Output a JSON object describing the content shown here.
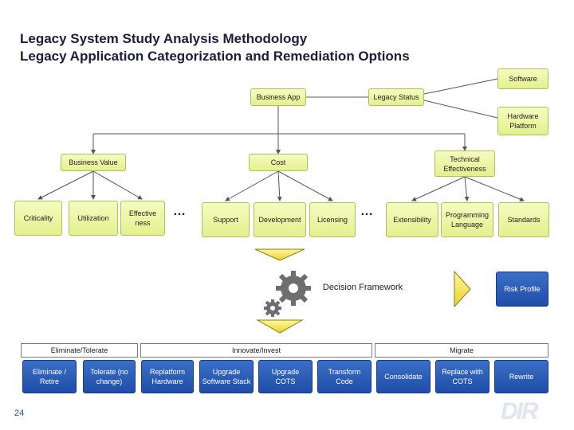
{
  "slide": {
    "title_line1": "Legacy System Study Analysis Methodology",
    "title_line2": "Legacy Application Categorization and Remediation Options",
    "page_number": "24"
  },
  "top": {
    "business_app": "Business App",
    "legacy_status": "Legacy Status",
    "software": "Software",
    "hardware_platform": "Hardware Platform"
  },
  "level2": {
    "business_value": "Business Value",
    "cost": "Cost",
    "technical_effectiveness": "Technical Effectiveness"
  },
  "level3": {
    "criticality": "Criticality",
    "utilization": "Utilization",
    "effectiveness": "Effective ness",
    "ellipsis1": "…",
    "support": "Support",
    "development": "Development",
    "licensing": "Licensing",
    "ellipsis2": "…",
    "extensibility": "Extensibility",
    "programming_language": "Programming Language",
    "standards": "Standards"
  },
  "framework": {
    "decision_framework": "Decision Framework",
    "risk_profile": "Risk Profile"
  },
  "categories": {
    "eliminate_tolerate": "Eliminate/Tolerate",
    "innovate_invest": "Innovate/Invest",
    "migrate": "Migrate"
  },
  "options": {
    "eliminate_retire": "Eliminate / Retire",
    "tolerate_no_change": "Tolerate (no change)",
    "replatform_hardware": "Replatform Hardware",
    "upgrade_software_stack": "Upgrade Software Stack",
    "upgrade_cots": "Upgrade COTS",
    "transform_code": "Transform Code",
    "consolidate": "Consolidate",
    "replace_with_cots": "Replace with COTS",
    "rewrite": "Rewrite"
  },
  "colors": {
    "green_box": "#e8f29a",
    "blue_box": "#2a5bb5",
    "title": "#1c1c3c",
    "arrow_yellow": "#f5e84a"
  }
}
